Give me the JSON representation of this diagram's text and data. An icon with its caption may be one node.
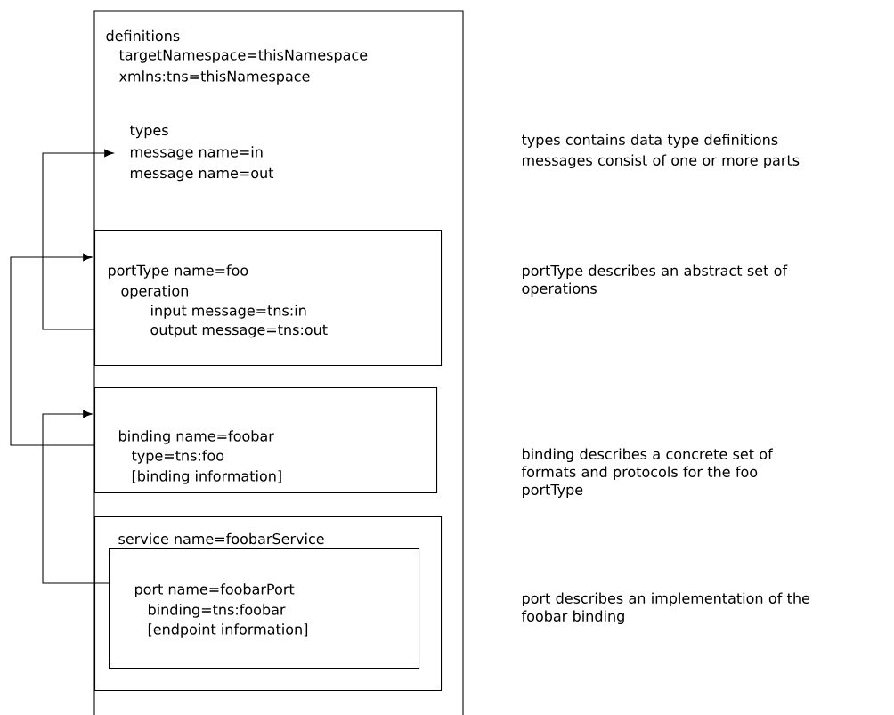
{
  "diagram": {
    "nodes": [
      {
        "text": [
          "definitions",
          "targetNamespace=thisNamespace",
          "xmlns:tns=thisNamespace"
        ]
      },
      {
        "text": [
          "types",
          "message name=in",
          "message name=out"
        ],
        "in": 0
      },
      {
        "text": [
          "portType name=foo",
          "operation",
          "input message=tns:in",
          "output message=tns:out"
        ],
        "in": 0
      },
      {
        "text": [
          "binding name=foobar",
          "type=tns:foo",
          "[binding information]"
        ],
        "in": 0
      },
      {
        "text": [
          "service name=foobarService"
        ],
        "in": 0
      },
      {
        "text": [
          "port name=foobarPort",
          "binding=tns:foobar",
          "[endpoint information]"
        ],
        "in": 4
      }
    ],
    "edges": [
      {
        "from": 2,
        "to": 1,
        "arrow": "to"
      },
      {
        "from": 3,
        "to": 2,
        "arrow": "to"
      },
      {
        "from": 5,
        "to": 3,
        "arrow": "to"
      }
    ],
    "labels": [
      "types contains data type definitions",
      "messages consist of one or more parts",
      "portType describes an abstract set of operations",
      "binding describes a concrete set of formats and protocols for the foo portType",
      "port describes an implementation of the foobar binding"
    ]
  }
}
